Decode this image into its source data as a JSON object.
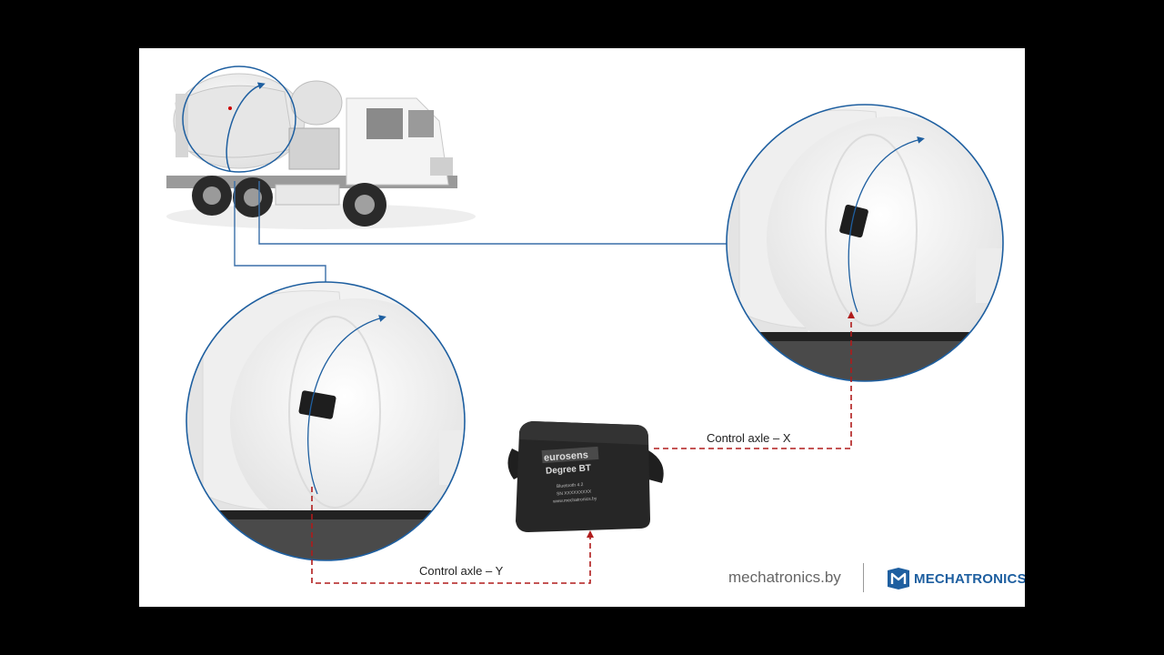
{
  "labels": {
    "axle_x": "Control axle – X",
    "axle_y": "Control axle – Y"
  },
  "device": {
    "brand": "eurosens",
    "model": "Degree BT",
    "bluetooth": "Bluetooth 4.2",
    "serial": "SN XXXXXXXXX",
    "url": "www.mechatronics.by"
  },
  "footer": {
    "website": "mechatronics.by",
    "brand": "MECHATRONICS"
  },
  "colors": {
    "circle_outline": "#1e5fa0",
    "connector_line": "#3a6fa8",
    "control_axle_line": "#b01c1c",
    "brand_blue": "#1e5fa0"
  }
}
